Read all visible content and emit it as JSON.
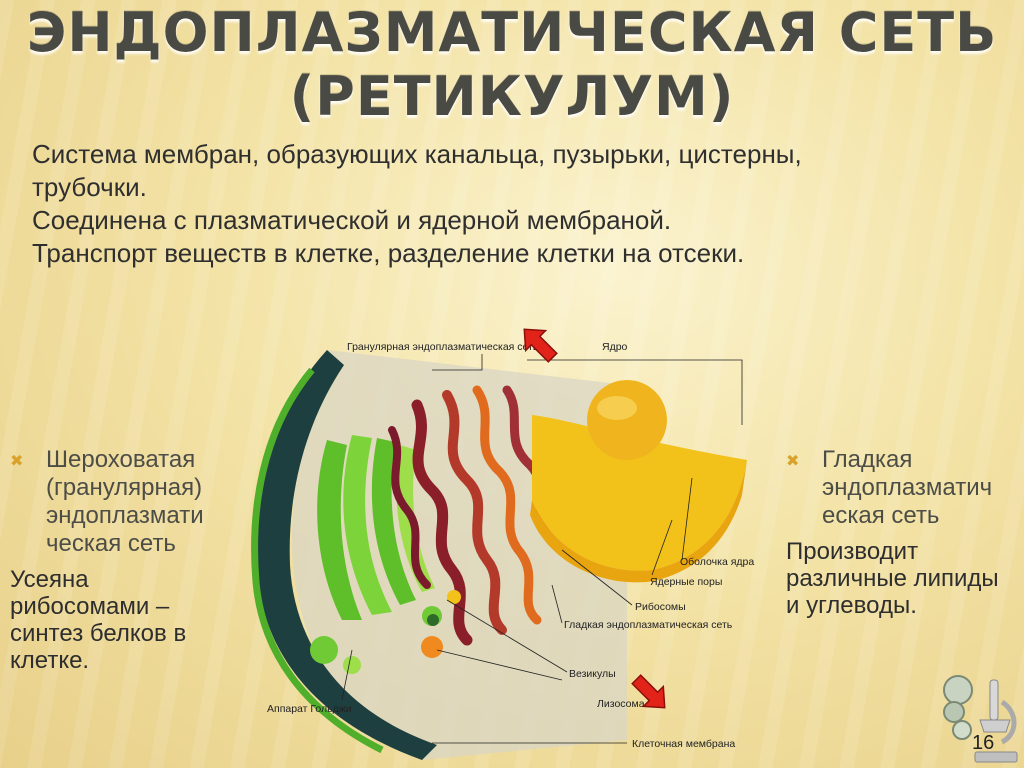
{
  "title": {
    "line1": "ЭНДОПЛАЗМАТИЧЕСКАЯ СЕТЬ",
    "line2": "(РЕТИКУЛУМ)"
  },
  "intro": {
    "line1": "Система мембран, образующих канальца, пузырьки, цистерны,",
    "line2": "трубочки.",
    "line3": "Соединена с плазматической и ядерной мембраной.",
    "line4": "Транспорт веществ в клетке, разделение клетки на отсеки."
  },
  "left": {
    "heading": "Шероховатая (гранулярная) эндоплазмати ческая сеть",
    "description": "Усеяна рибосомами – синтез белков в клетке."
  },
  "right": {
    "heading": "Гладкая эндоплазматич еская сеть",
    "description": "Производит различные липиды и углеводы."
  },
  "diagram_labels": {
    "granular_er": "Гранулярная эндоплазматическая сеть",
    "nucleus": "Ядро",
    "nuclear_envelope": "Оболочка ядра",
    "nuclear_pores": "Ядерные поры",
    "ribosomes": "Рибосомы",
    "smooth_er": "Гладкая эндоплазматическая сеть",
    "vesicles": "Везикулы",
    "lysosome": "Лизосома",
    "golgi": "Аппарат Гольджи",
    "cell_membrane": "Клеточная мембрана"
  },
  "icons": {
    "bullet": "x-mark-bullet-icon",
    "arrow": "red-arrow-icon",
    "corner": "microscope-icon"
  },
  "colors": {
    "bullet": "#d9a22a",
    "arrow": "#e2231a",
    "nucleus": "#f2c21a",
    "granular_er": "#8a1f2a",
    "golgi": "#5fbf2a"
  },
  "page_number": "16"
}
